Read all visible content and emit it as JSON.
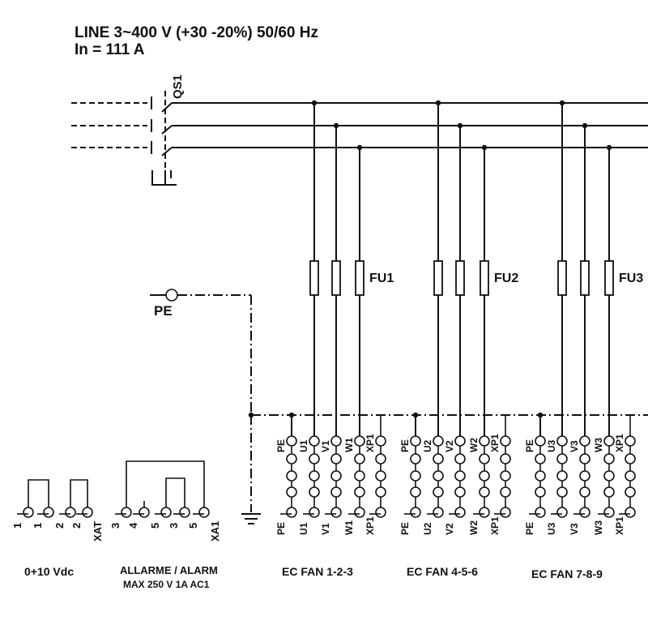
{
  "header": {
    "line_spec": "LINE 3~400 V (+30 -20%) 50/60 Hz",
    "current": "In = 111 A"
  },
  "switch": {
    "label": "QS1"
  },
  "earth": {
    "label": "PE"
  },
  "fuses": [
    "FU1",
    "FU2",
    "FU3"
  ],
  "fan_groups": [
    {
      "title": "EC FAN 1-2-3",
      "pins": [
        "PE",
        "U1",
        "V1",
        "W1",
        "XP1"
      ]
    },
    {
      "title": "EC FAN 4-5-6",
      "pins": [
        "PE",
        "U2",
        "V2",
        "W2",
        "XP1"
      ]
    },
    {
      "title": "EC FAN 7-8-9",
      "pins": [
        "PE",
        "U3",
        "V3",
        "W3",
        "XP1"
      ]
    }
  ],
  "signal_block": {
    "title": "0+10 Vdc",
    "pins": [
      "1",
      "1",
      "2",
      "2",
      "XAT"
    ]
  },
  "alarm_block": {
    "title_line1": "ALLARME / ALARM",
    "title_line2": "MAX 250 V 1A AC1",
    "pins": [
      "3",
      "4",
      "5",
      "3",
      "5",
      "XA1"
    ]
  }
}
